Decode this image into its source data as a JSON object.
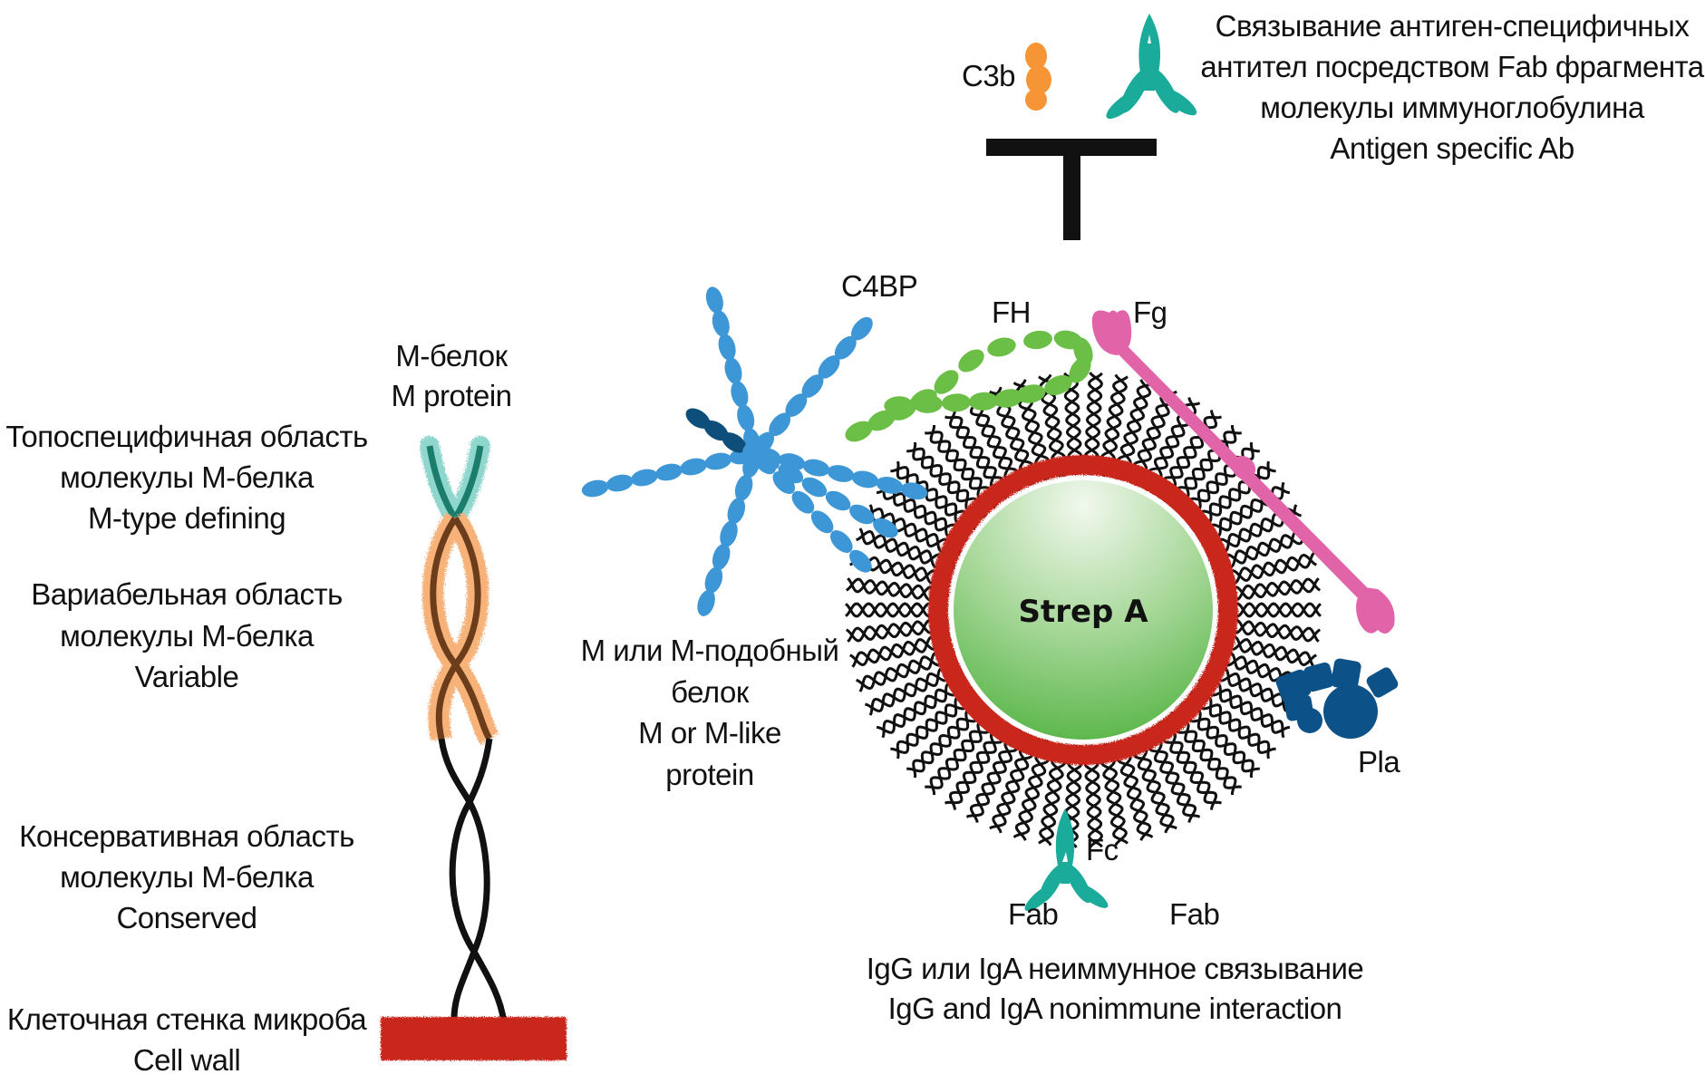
{
  "figure": {
    "cell_label": "Strep A",
    "colors": {
      "background": "#ffffff",
      "cell_green_light": "#eef7ea",
      "cell_green_dark": "#5cb84a",
      "cell_wall_red": "#c9281c",
      "hair_black": "#111111",
      "c4bp_blue": "#3d96d6",
      "c4bp_dark_blue": "#0d4f7a",
      "fh_green": "#6cbf46",
      "fg_pink": "#e164a8",
      "pla_navy": "#0c5188",
      "antibody_teal": "#1aab9b",
      "c3b_orange": "#f59536",
      "m_teal_light": "#8fd6cd",
      "m_teal_dark": "#1c7d6c",
      "m_orange_light": "#f7b27a",
      "m_brown": "#6b3d1a"
    }
  },
  "labels": {
    "antigen_specific": [
      "Связывание антиген-специфичных",
      "антител посредством Fab фрагмента",
      "молекулы иммуноглобулина",
      "Antigen specific Ab"
    ],
    "c3b": "C3b",
    "c4bp": "C4BP",
    "fh": "FH",
    "fg": "Fg",
    "pla": "Pla",
    "fc": "Fc",
    "fab_left": "Fab",
    "fab_right": "Fab",
    "m_protein": [
      "M-белок",
      "M protein"
    ],
    "m_type_defining": [
      "Топоспецифичная область",
      "молекулы М-белка",
      "M-type defining"
    ],
    "variable": [
      "Вариабельная область",
      "молекулы М-белка",
      "Variable"
    ],
    "conserved": [
      "Консервативная область",
      "молекулы М-белка",
      "Conserved"
    ],
    "cell_wall": [
      "Клеточная стенка микроба",
      "Cell wall"
    ],
    "m_like": [
      "М или М-подобный",
      "белок",
      "M or M-like",
      "protein"
    ],
    "igg_iga": [
      "IgG или IgA неиммунное связывание",
      "IgG and IgA nonimmune interaction"
    ]
  }
}
